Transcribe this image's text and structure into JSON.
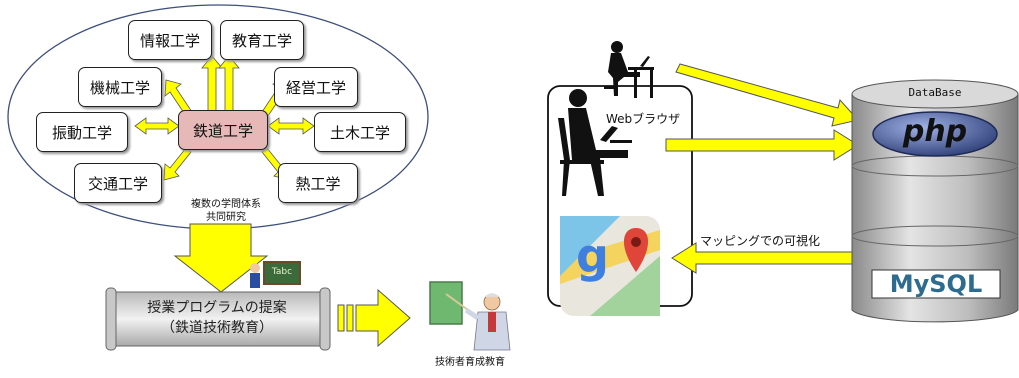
{
  "left": {
    "center": "鉄道工学",
    "disciplines": {
      "info": "情報工学",
      "edu": "教育工学",
      "mech": "機械工学",
      "mgmt": "経営工学",
      "vib": "振動工学",
      "civil": "土木工学",
      "traffic": "交通工学",
      "heat": "熱工学"
    },
    "research_label_1": "複数の学問体系",
    "research_label_2": "共同研究",
    "program_line_1": "授業プログラムの提案",
    "program_line_2": "（鉄道技術教育）",
    "blackboard_text": "Tabc",
    "education_label": "技術者育成教育"
  },
  "right": {
    "browser_label": "Webブラウザ",
    "visualization_label": "マッピングでの可視化",
    "database_label": "DataBase",
    "php_logo": "php",
    "mysql_logo": "MySQL"
  },
  "colors": {
    "arrow_yellow": "#ffff00",
    "center_pink": "#e6b8b7",
    "php_blue": "#3a4f8f",
    "mysql_blue": "#2d6c8f"
  }
}
